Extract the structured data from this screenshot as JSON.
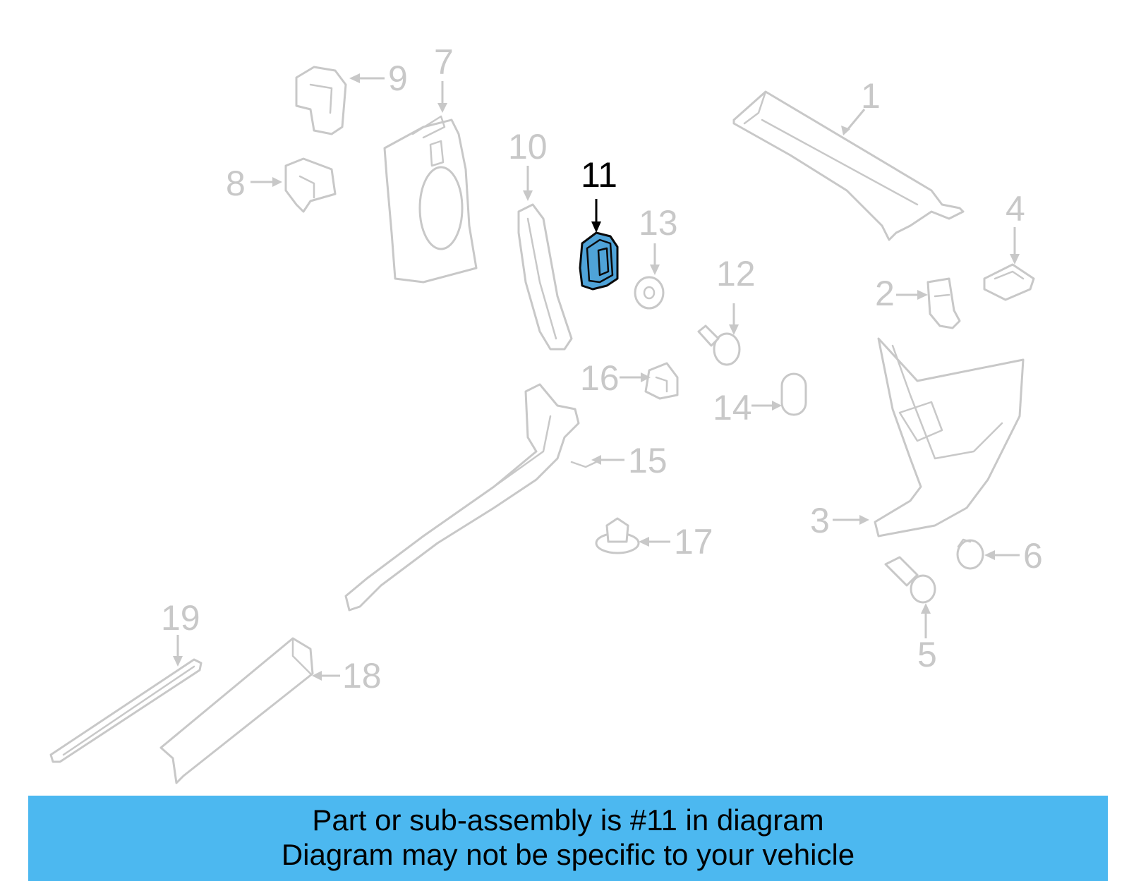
{
  "callouts": {
    "c1": "1",
    "c2": "2",
    "c3": "3",
    "c4": "4",
    "c5": "5",
    "c6": "6",
    "c7": "7",
    "c8": "8",
    "c9": "9",
    "c10": "10",
    "c11": "11",
    "c12": "12",
    "c13": "13",
    "c14": "14",
    "c15": "15",
    "c16": "16",
    "c17": "17",
    "c18": "18",
    "c19": "19"
  },
  "highlighted_part": "11",
  "colors": {
    "part_outline": "#c8c8c8",
    "highlight_fill": "#4fa3d8",
    "banner_background": "#4cb8f0"
  },
  "banner": {
    "line1": "Part or sub-assembly is #11 in diagram",
    "line2": "Diagram may not be specific to your vehicle"
  }
}
